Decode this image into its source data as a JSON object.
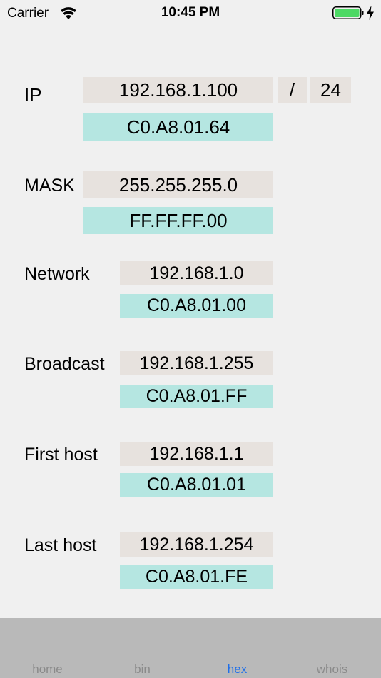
{
  "status_bar": {
    "carrier": "Carrier",
    "time": "10:45 PM",
    "battery_color": "#4cd964"
  },
  "ip": {
    "label": "IP",
    "value": "192.168.1.100",
    "slash": "/",
    "prefix": "24",
    "hex": "C0.A8.01.64"
  },
  "mask": {
    "label": "MASK",
    "value": "255.255.255.0",
    "hex": "FF.FF.FF.00"
  },
  "network": {
    "label": "Network",
    "value": "192.168.1.0",
    "hex": "C0.A8.01.00"
  },
  "broadcast": {
    "label": "Broadcast",
    "value": "192.168.1.255",
    "hex": "C0.A8.01.FF"
  },
  "first_host": {
    "label": "First host",
    "value": "192.168.1.1",
    "hex": "C0.A8.01.01"
  },
  "last_host": {
    "label": "Last host",
    "value": "192.168.1.254",
    "hex": "C0.A8.01.FE"
  },
  "tabs": [
    {
      "label": "home",
      "active": false
    },
    {
      "label": "bin",
      "active": false
    },
    {
      "label": "hex",
      "active": true
    },
    {
      "label": "whois",
      "active": false
    }
  ],
  "colors": {
    "decimal_field": "#e7e2de",
    "hex_field": "#b5e6e1",
    "active_tab": "#1f6fe9",
    "inactive_tab": "#8a8a8a"
  }
}
